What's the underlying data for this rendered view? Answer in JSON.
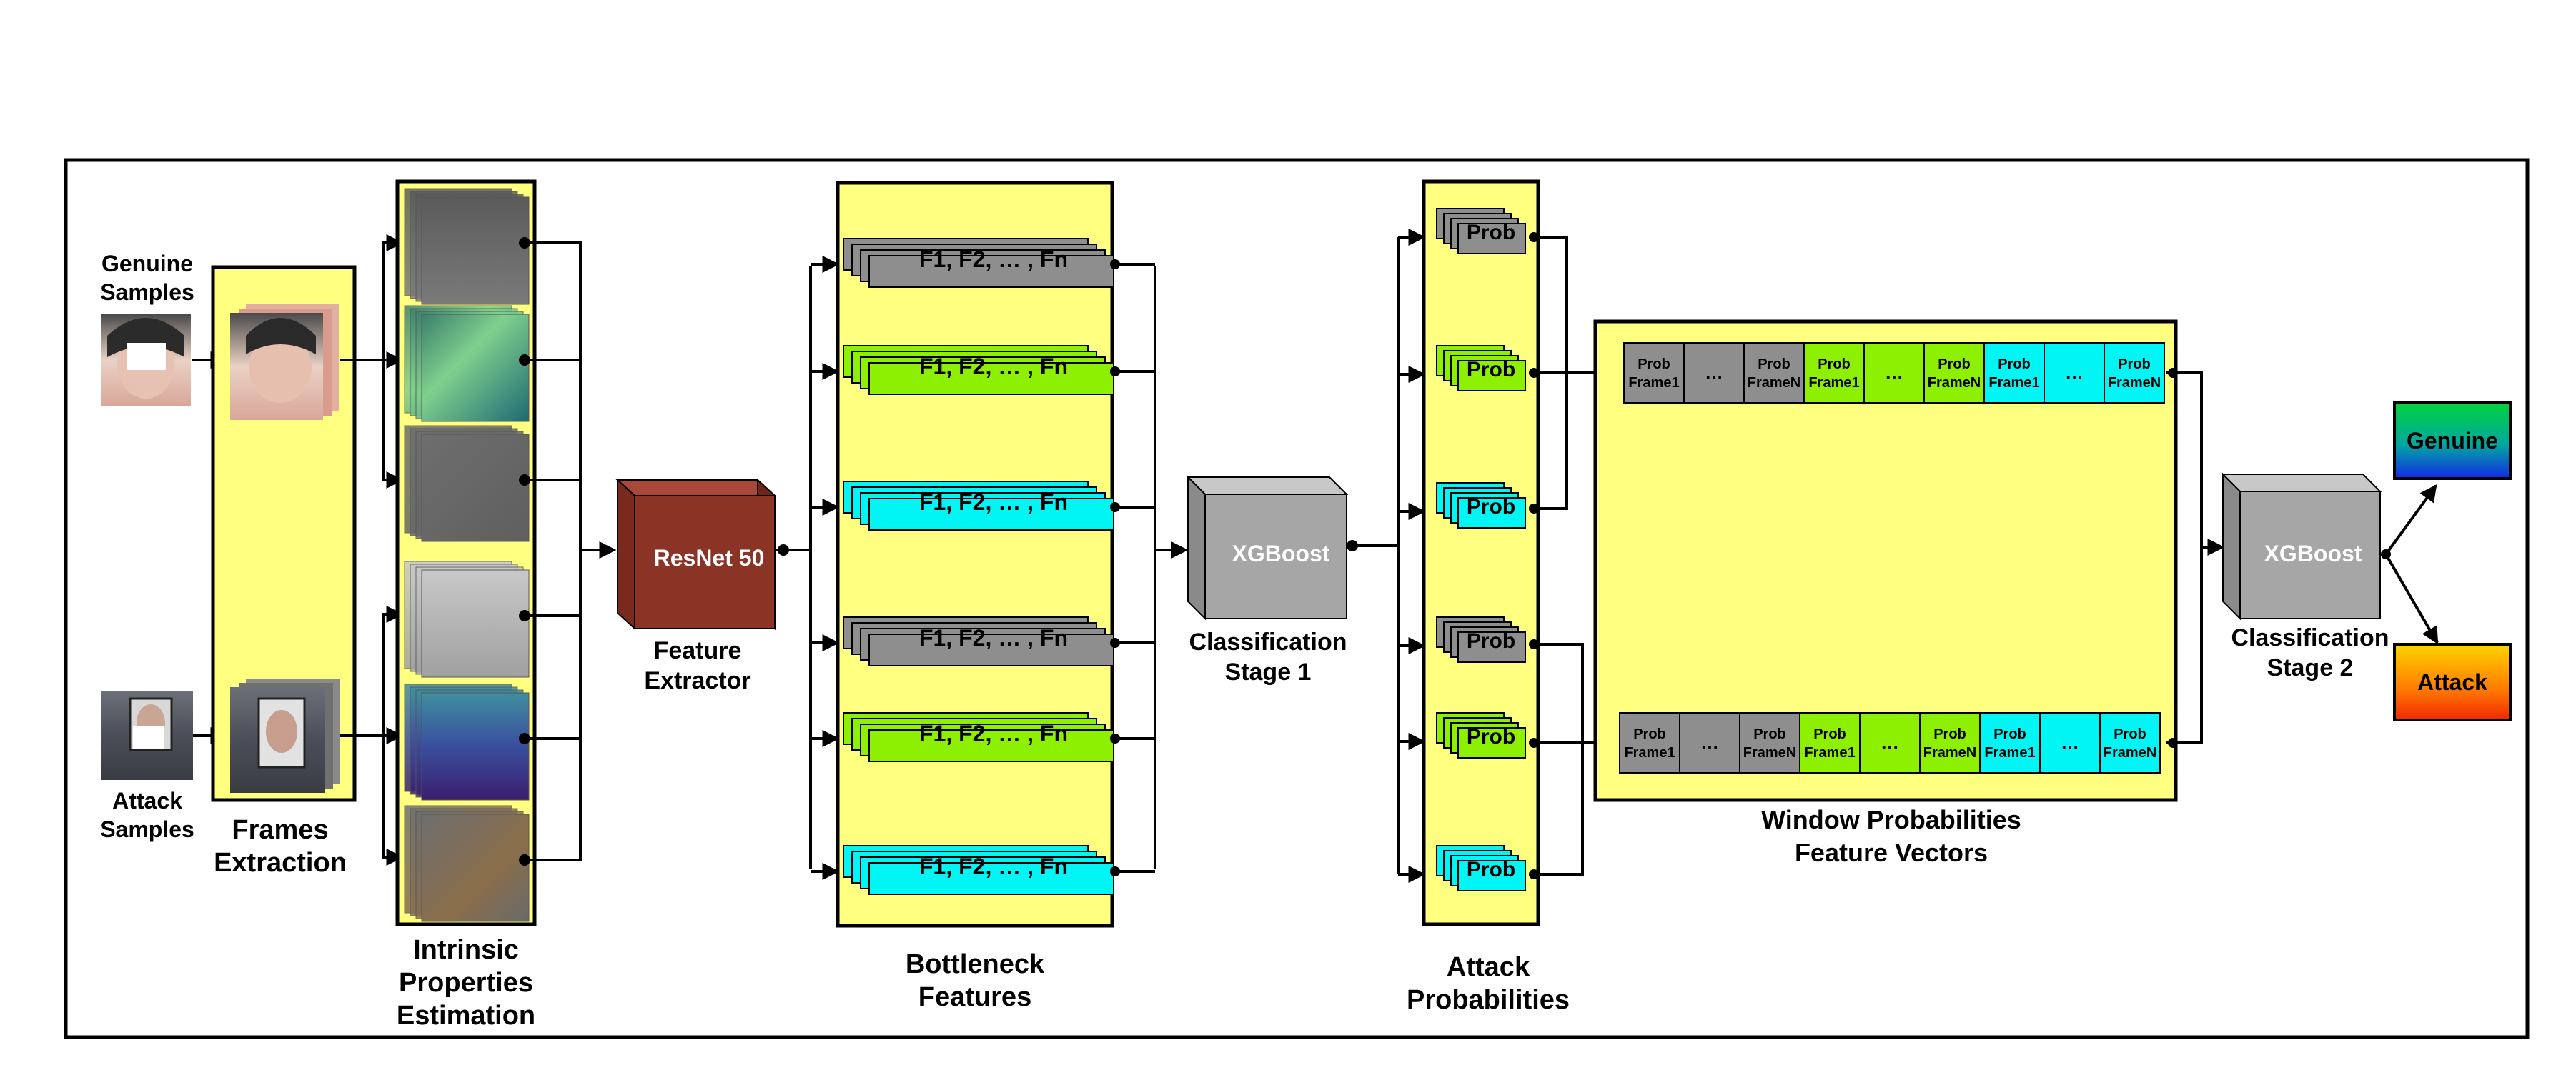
{
  "labels": {
    "genuine_samples": [
      "Genuine",
      "Samples"
    ],
    "attack_samples": [
      "Attack",
      "Samples"
    ],
    "frames_extraction": [
      "Frames",
      "Extraction"
    ],
    "intrinsic": [
      "Intrinsic",
      "Properties",
      "Estimation"
    ],
    "resnet": "ResNet 50",
    "feature_extractor": [
      "Feature",
      "Extractor"
    ],
    "bottleneck": [
      "Bottleneck",
      "Features"
    ],
    "xgboost1": "XGBoost",
    "stage1": [
      "Classification",
      "Stage 1"
    ],
    "attack_prob": [
      "Attack",
      "Probabilities"
    ],
    "window": [
      "Window Probabilities",
      "Feature Vectors"
    ],
    "xgboost2": "XGBoost",
    "stage2": [
      "Classification",
      "Stage 2"
    ],
    "genuine_out": "Genuine",
    "attack_out": "Attack"
  },
  "feature_label": "F1, F2, … , Fn",
  "prob_label": "Prob",
  "window_cells": [
    [
      "Prob",
      "Frame1",
      "gray"
    ],
    [
      "…",
      "",
      "gray"
    ],
    [
      "Prob",
      "FrameN",
      "gray"
    ],
    [
      "Prob",
      "Frame1",
      "green"
    ],
    [
      "…",
      "",
      "green"
    ],
    [
      "Prob",
      "FrameN",
      "green"
    ],
    [
      "Prob",
      "Frame1",
      "cyan"
    ],
    [
      "…",
      "",
      "cyan"
    ],
    [
      "Prob",
      "FrameN",
      "cyan"
    ]
  ],
  "colors": {
    "panel_yellow": "#FFFF80",
    "gray": "#8E8E8E",
    "green": "#8CF000",
    "cyan": "#00F5F5",
    "resnet_front": "#8B3325",
    "resnet_side": "#6E2619",
    "xgb_front": "#A6A6A6",
    "xgb_side": "#8A8A8A",
    "xgb_top": "#C8C8C8"
  },
  "feature_rows": [
    "gray",
    "green",
    "cyan",
    "gray",
    "green",
    "cyan"
  ],
  "prob_rows": [
    "gray",
    "green",
    "cyan",
    "gray",
    "green",
    "cyan"
  ]
}
